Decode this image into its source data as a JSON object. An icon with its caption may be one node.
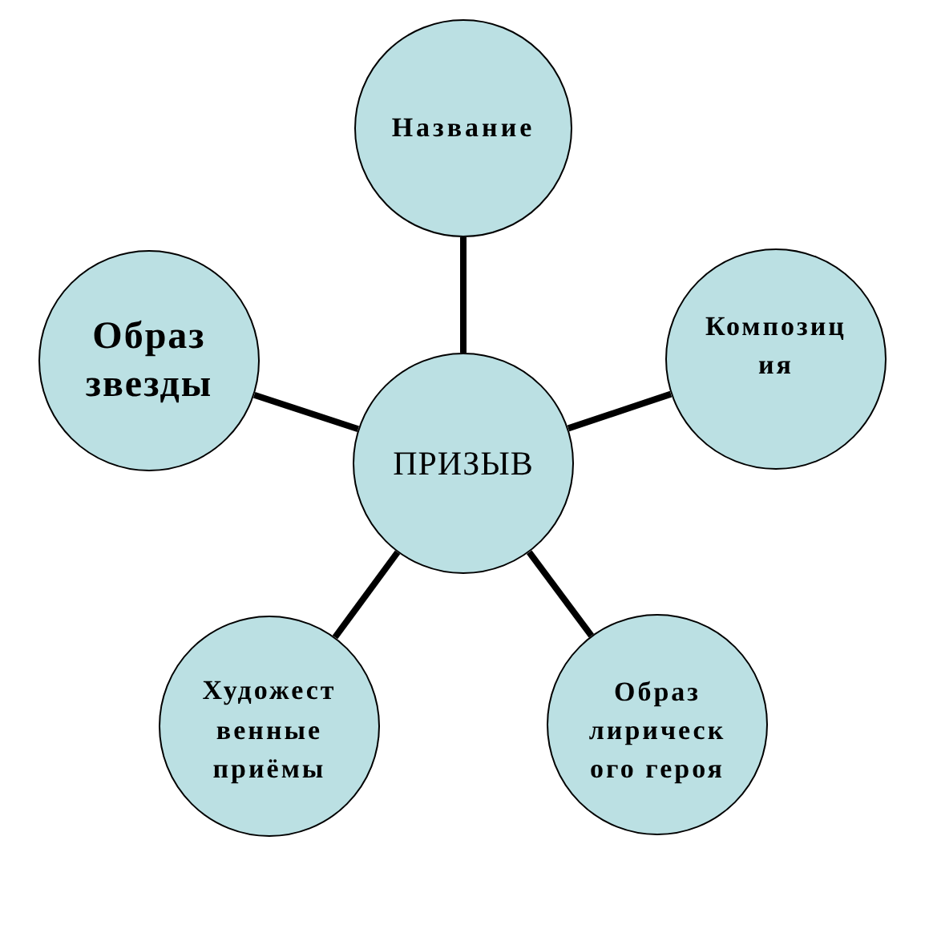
{
  "diagram": {
    "nodes": [
      {
        "text": [
          "Название"
        ]
      },
      {
        "text": [
          "Образ звезды"
        ]
      },
      {
        "text": [
          "Композиция"
        ]
      },
      {
        "text": [
          "ПРИЗЫВ"
        ]
      },
      {
        "text": [
          "Художественные приёмы"
        ]
      },
      {
        "text": [
          "Образ лирического героя"
        ]
      }
    ],
    "edges": [
      {
        "from": 3,
        "to": 0,
        "arrow": "none"
      },
      {
        "from": 3,
        "to": 1,
        "arrow": "none"
      },
      {
        "from": 3,
        "to": 2,
        "arrow": "none"
      },
      {
        "from": 3,
        "to": 4,
        "arrow": "none"
      },
      {
        "from": 3,
        "to": 5,
        "arrow": "none"
      }
    ]
  }
}
